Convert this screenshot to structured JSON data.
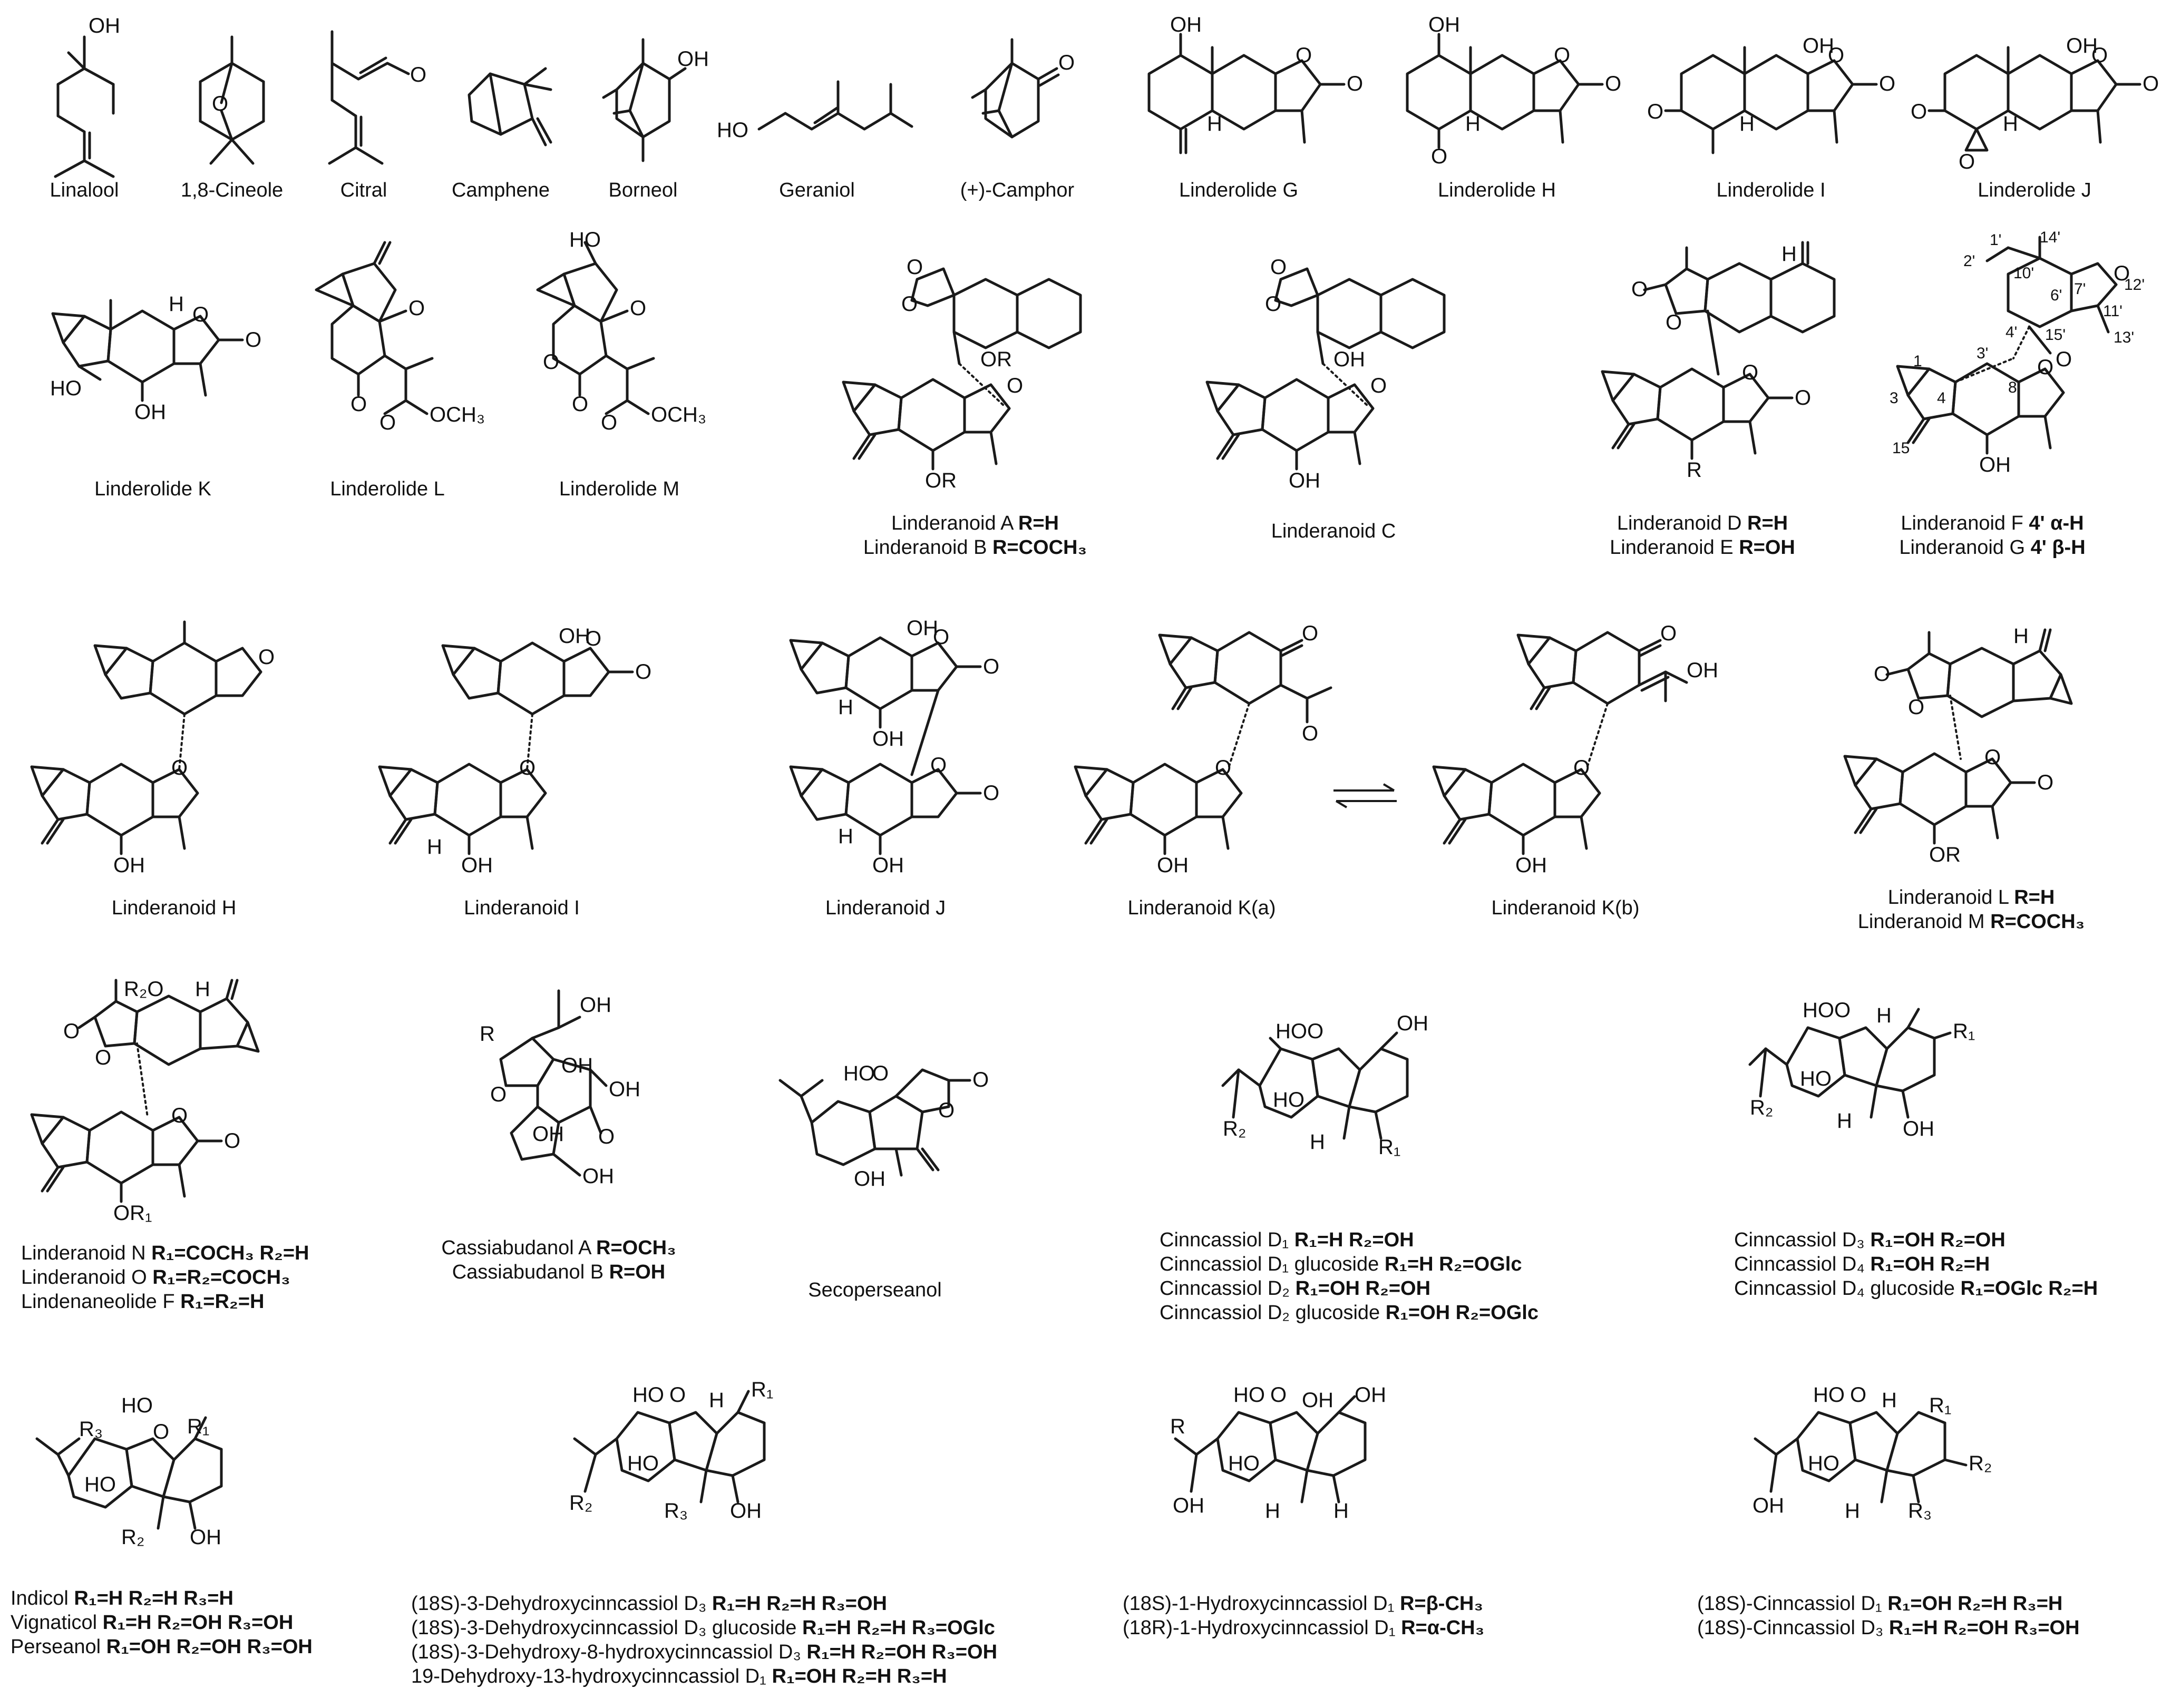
{
  "row1": [
    {
      "name": "Linalool"
    },
    {
      "name": "1,8-Cineole"
    },
    {
      "name": "Citral"
    },
    {
      "name": "Camphene"
    },
    {
      "name": "Borneol"
    },
    {
      "name": "Geraniol"
    },
    {
      "name": "(+)-Camphor"
    },
    {
      "name": "Linderolide G"
    },
    {
      "name": "Linderolide H"
    },
    {
      "name": "Linderolide I"
    },
    {
      "name": "Linderolide J"
    }
  ],
  "row2": [
    {
      "name": "Linderolide K"
    },
    {
      "name": "Linderolide L"
    },
    {
      "name": "Linderolide M"
    },
    {
      "lines": [
        {
          "name": "Linderanoid A",
          "sub": "R=H"
        },
        {
          "name": "Linderanoid B",
          "sub": "R=COCH₃"
        }
      ]
    },
    {
      "name": "Linderanoid C"
    },
    {
      "lines": [
        {
          "name": "Linderanoid D",
          "sub": "R=H"
        },
        {
          "name": "Linderanoid E",
          "sub": "R=OH"
        }
      ]
    },
    {
      "lines": [
        {
          "name": "Linderanoid F",
          "sub": "4' α-H"
        },
        {
          "name": "Linderanoid G",
          "sub": "4' β-H"
        }
      ]
    }
  ],
  "row3": [
    {
      "name": "Linderanoid H"
    },
    {
      "name": "Linderanoid I"
    },
    {
      "name": "Linderanoid J"
    },
    {
      "name": "Linderanoid K(a)"
    },
    {
      "name": "Linderanoid K(b)"
    },
    {
      "lines": [
        {
          "name": "Linderanoid L",
          "sub": "R=H"
        },
        {
          "name": "Linderanoid M",
          "sub": "R=COCH₃"
        }
      ]
    }
  ],
  "row4": [
    {
      "lines": [
        {
          "name": "Linderanoid N",
          "sub": "R₁=COCH₃ R₂=H"
        },
        {
          "name": "Linderanoid O",
          "sub": "R₁=R₂=COCH₃"
        },
        {
          "name": "Lindenaneolide F",
          "sub": "R₁=R₂=H"
        }
      ]
    },
    {
      "lines": [
        {
          "name": "Cassiabudanol A",
          "sub": "R=OCH₃"
        },
        {
          "name": "Cassiabudanol B",
          "sub": "R=OH"
        }
      ]
    },
    {
      "name": "Secoperseanol"
    },
    {
      "lines": [
        {
          "name": "Cinncassiol D₁",
          "sub": "R₁=H R₂=OH"
        },
        {
          "name": "Cinncassiol D₁ glucoside",
          "sub": "R₁=H R₂=OGlc"
        },
        {
          "name": "Cinncassiol D₂ ",
          "sub": "R₁=OH R₂=OH"
        },
        {
          "name": "Cinncassiol D₂ glucoside",
          "sub": "R₁=OH R₂=OGlc"
        }
      ]
    },
    {
      "lines": [
        {
          "name": "Cinncassiol D₃",
          "sub": "R₁=OH R₂=OH"
        },
        {
          "name": "Cinncassiol D₄",
          "sub": "R₁=OH R₂=H"
        },
        {
          "name": "Cinncassiol D₄ glucoside ",
          "sub": "R₁=OGlc R₂=H"
        }
      ]
    }
  ],
  "row5": [
    {
      "lines": [
        {
          "name": "Indicol",
          "sub": "R₁=H R₂=H R₃=H"
        },
        {
          "name": "Vignaticol",
          "sub": "R₁=H R₂=OH R₃=OH"
        },
        {
          "name": "Perseanol ",
          "sub": "R₁=OH R₂=OH R₃=OH"
        }
      ]
    },
    {
      "lines": [
        {
          "name": "(18S)-3-Dehydroxycinncassiol D₃",
          "sub": "R₁=H R₂=H R₃=OH"
        },
        {
          "name": "(18S)-3-Dehydroxycinncassiol D₃ glucoside",
          "sub": "R₁=H R₂=H R₃=OGlc"
        },
        {
          "name": "(18S)-3-Dehydroxy-8-hydroxycinncassiol D₃",
          "sub": "R₁=H R₂=OH R₃=OH"
        },
        {
          "name": "19-Dehydroxy-13-hydroxycinncassiol D₁",
          "sub": "R₁=OH R₂=H R₃=H"
        }
      ]
    },
    {
      "lines": [
        {
          "name": "(18S)-1-Hydroxycinncassiol D₁",
          "sub": "R=β-CH₃"
        },
        {
          "name": "(18R)-1-Hydroxycinncassiol D₁",
          "sub": "R=α-CH₃"
        }
      ]
    },
    {
      "lines": [
        {
          "name": "(18S)-Cinncassiol D₁",
          "sub": "R₁=OH R₂=H R₃=H"
        },
        {
          "name": "(18S)-Cinncassiol D₃",
          "sub": "R₁=H R₂=OH R₃=OH"
        }
      ]
    }
  ],
  "atoms": {
    "OH": "OH",
    "O": "O",
    "H": "H",
    "HO": "HO",
    "R": "R",
    "OR": "OR",
    "OR1": "OR₁",
    "R1": "R₁",
    "R2": "R₂",
    "R3": "R₃",
    "R2O": "R₂O",
    "OCH3": "OCH₃",
    "n1p": "1'",
    "n2p": "2'",
    "n3p": "3'",
    "n4p": "4'",
    "n6p": "6'",
    "n7p": "7'",
    "n10p": "10'",
    "n11p": "11'",
    "n12p": "12'",
    "n13p": "13'",
    "n14p": "14'",
    "n15p": "15'",
    "n1": "1",
    "n3": "3",
    "n4": "4",
    "n8": "8",
    "n15": "15"
  }
}
